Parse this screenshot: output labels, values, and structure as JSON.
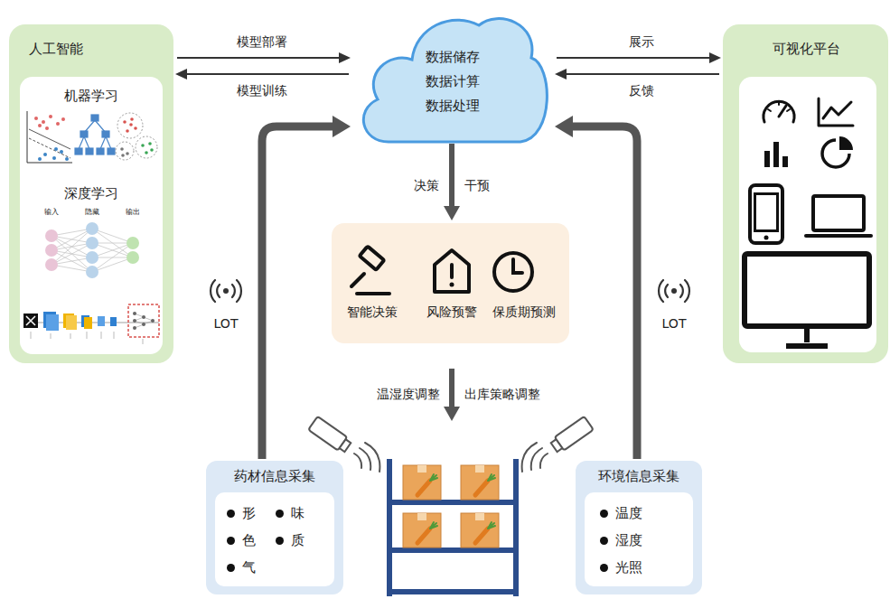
{
  "diagram": {
    "nodes": [
      {
        "text": [
          "人工智能"
        ]
      },
      {
        "text": [
          "机器学习",
          "深度学习"
        ],
        "in": 0
      },
      {
        "text": [
          "数据储存",
          "数据计算",
          "数据处理"
        ]
      },
      {
        "text": [
          "可视化平台"
        ]
      },
      {
        "text": [
          "智能决策",
          "风险预警",
          "保质期预测"
        ]
      },
      {
        "text": [
          "药材信息采集"
        ]
      },
      {
        "text": [
          "形",
          "味",
          "色",
          "质",
          "气"
        ],
        "in": 5
      },
      {
        "text": [
          "环境信息采集"
        ]
      },
      {
        "text": [
          "温度",
          "湿度",
          "光照"
        ],
        "in": 7
      }
    ],
    "edges": [
      {
        "from": 0,
        "to": 2,
        "label": "模型部署",
        "arrow": "to"
      },
      {
        "from": 2,
        "to": 0,
        "label": "模型训练",
        "arrow": "to"
      },
      {
        "from": 2,
        "to": 3,
        "label": "展示",
        "arrow": "to"
      },
      {
        "from": 3,
        "to": 2,
        "label": "反馈",
        "arrow": "to"
      },
      {
        "from": 2,
        "to": 4,
        "label": "决策",
        "arrow": "to"
      },
      {
        "from": 5,
        "to": 2,
        "label": "LOT",
        "arrow": "to"
      },
      {
        "from": 7,
        "to": 2,
        "label": "LOT",
        "arrow": "to"
      }
    ],
    "labels": [
      "干预",
      "输入",
      "隐藏",
      "输出",
      "温湿度调整",
      "出库策略调整"
    ]
  }
}
